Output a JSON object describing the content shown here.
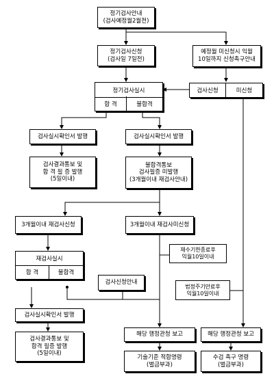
{
  "nodes": {
    "notice": {
      "lines": [
        "정기검사안내",
        "(검사예정월2월전)"
      ]
    },
    "apply": {
      "lines": [
        "정기검사신청",
        "(검사일 7일전)"
      ]
    },
    "unapplied_notice": {
      "lines": [
        "예정월 미신청시 익월",
        "10일까지 신청촉구안내"
      ]
    },
    "inspect": {
      "title": "정기검사실시",
      "pass": "합 격",
      "fail": "불합격"
    },
    "inspect_apply": "검사신청",
    "not_applied": "미신청",
    "cert_left": "검사실시확인서 발행",
    "cert_right": "검사실시확인서 발행",
    "result_notice": {
      "lines": [
        "검사결과통보 및",
        "합 격 필 증 발행",
        "(5일이내)"
      ]
    },
    "fail_notice": {
      "lines": [
        "불합격통보",
        "검사필증 미발행",
        "(3개월이내 재검사안내)"
      ]
    },
    "reinspect_apply": "3개월이내 재검사신청",
    "reinspect_not_applied": "3개월이내 재검사미신청",
    "reinspect": {
      "title": "재검사실시",
      "pass": "합   격",
      "fail": "불합격"
    },
    "deadline_note": {
      "lines": [
        "재수기한종료후",
        "익월10일이내"
      ]
    },
    "apply_guide": "검사신청안내",
    "cert_bottom": "검사실시확인서 발행",
    "period_note": {
      "lines": [
        "법정주기만료후",
        "익월10일이내"
      ]
    },
    "result_notice_2": {
      "lines": [
        "검사결과통보 및",
        "합격 필증 발행",
        "(5일이내)"
      ]
    },
    "report_left": "해당 행정관청 보고",
    "report_right": "해당 행정관청 보고",
    "order_left": {
      "lines": [
        "기술기준 적합명령",
        "(벌금부과)"
      ]
    },
    "order_right": {
      "lines": [
        "수검 촉구 명령",
        "(벌금부과)"
      ]
    }
  }
}
